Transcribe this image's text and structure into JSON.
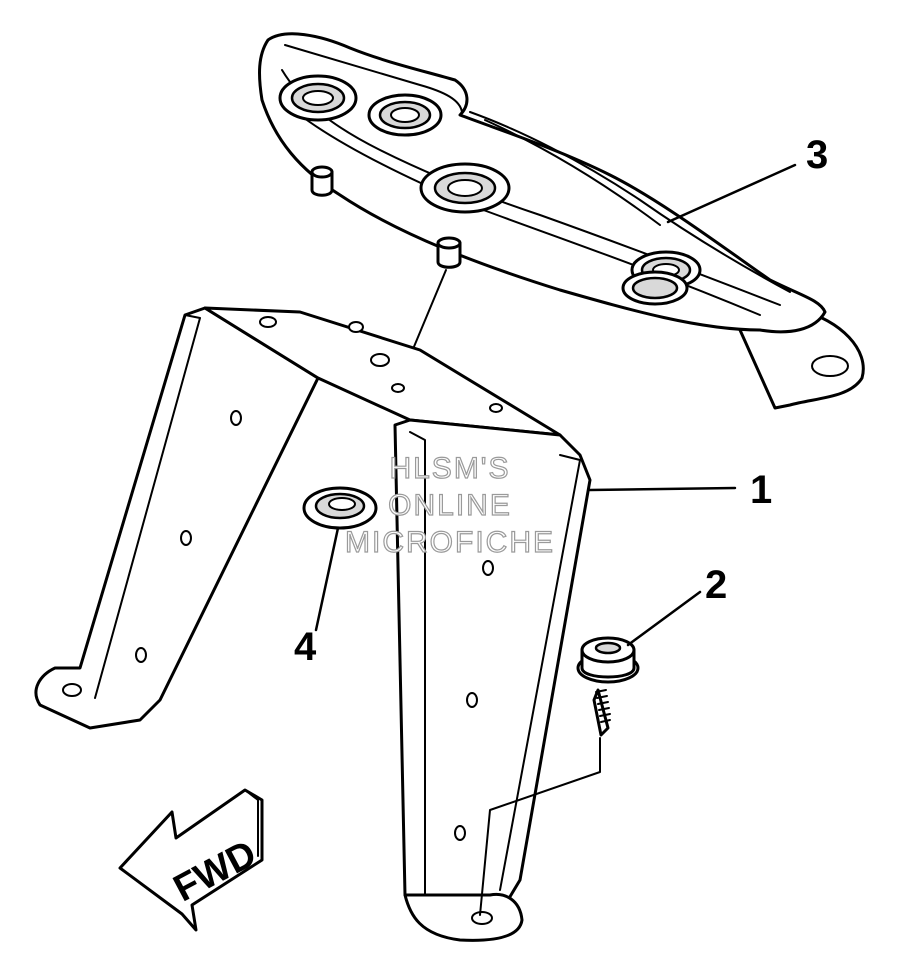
{
  "callouts": {
    "c1": "1",
    "c2": "2",
    "c3": "3",
    "c4": "4"
  },
  "fwd_label": "FWD",
  "watermark": {
    "line1": "HLSM'S",
    "line2": "ONLINE",
    "line3": "MICROFICHE"
  }
}
